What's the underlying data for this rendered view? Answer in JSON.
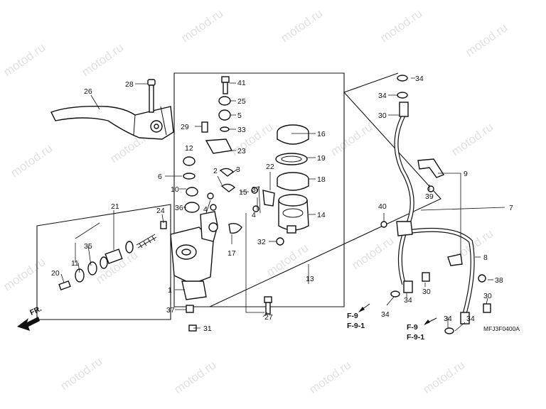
{
  "watermark": "motod.ru",
  "diagram_code": "MFJ3F0400A",
  "front_label": "FR.",
  "callouts": {
    "n1": "1",
    "n2": "2",
    "n3": "3",
    "n4a": "4",
    "n4b": "4",
    "n5": "5",
    "n6": "6",
    "n7": "7",
    "n8": "8",
    "n9": "9",
    "n10": "10",
    "n11": "11",
    "n12": "12",
    "n13": "13",
    "n14": "14",
    "n15": "15",
    "n16": "16",
    "n17": "17",
    "n18": "18",
    "n19": "19",
    "n20": "20",
    "n21": "21",
    "n22": "22",
    "n23": "23",
    "n24": "24",
    "n25": "25",
    "n26": "26",
    "n27": "27",
    "n28": "28",
    "n29": "29",
    "n30a": "30",
    "n30b": "30",
    "n30c": "30",
    "n31": "31",
    "n32": "32",
    "n33": "33",
    "n34a": "34",
    "n34b": "34",
    "n34c": "34",
    "n34d": "34",
    "n34e": "34",
    "n34f": "34",
    "n35": "35",
    "n36": "36",
    "n37a": "37",
    "n37b": "37",
    "n38": "38",
    "n39": "39",
    "n40": "40",
    "n41": "41"
  },
  "refs": {
    "left_a": "F-9",
    "left_b": "F-9-1",
    "right_a": "F-9",
    "right_b": "F-9-1"
  }
}
